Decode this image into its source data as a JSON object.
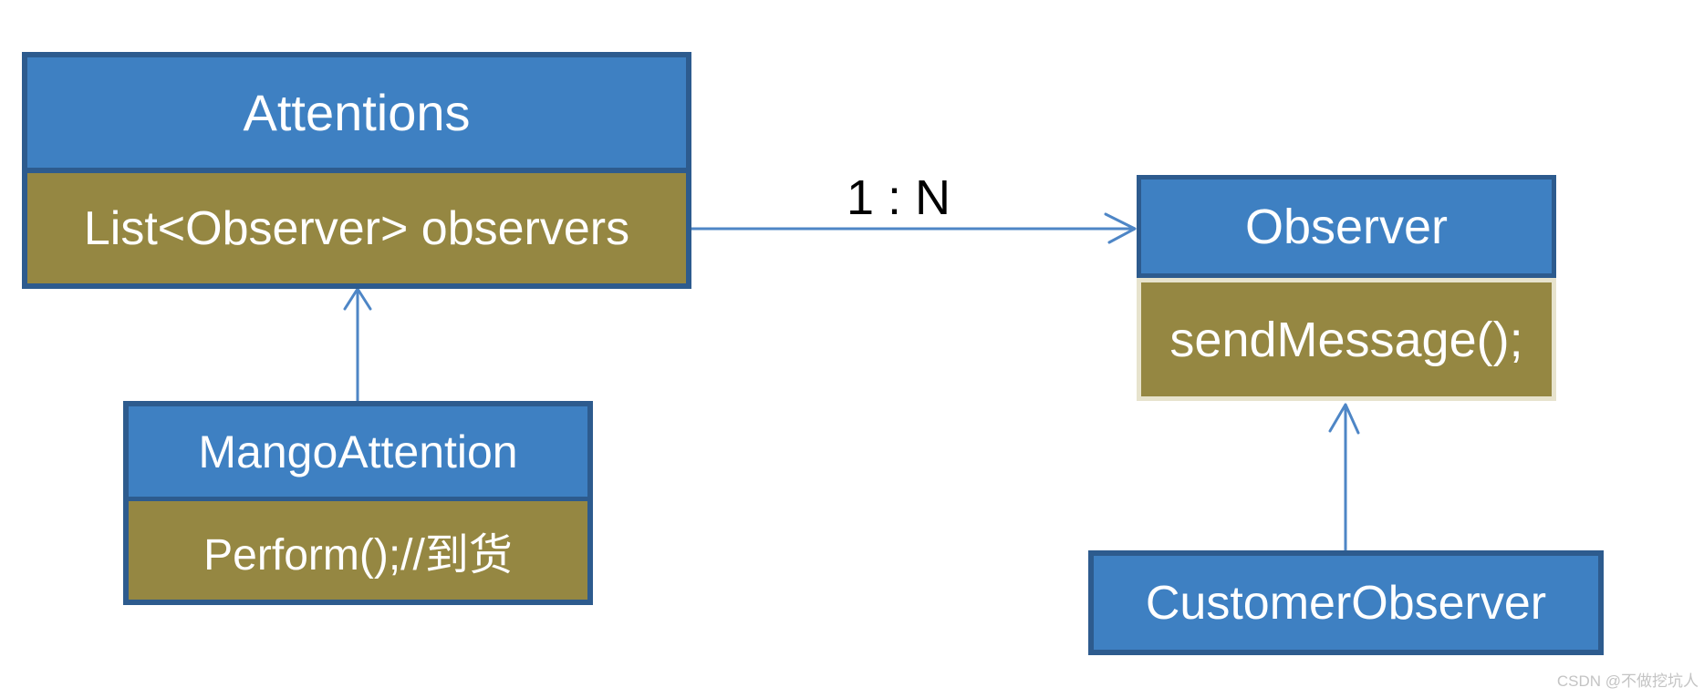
{
  "diagram": {
    "classes": {
      "attentions": {
        "name": "Attentions",
        "attribute": "List<Observer> observers"
      },
      "mango_attention": {
        "name": "MangoAttention",
        "method": "Perform();//到货"
      },
      "observer": {
        "name": "Observer",
        "method": "sendMessage();"
      },
      "customer_observer": {
        "name": "CustomerObserver"
      }
    },
    "relations": {
      "one_to_n_label": "1 : N",
      "edges": [
        {
          "from": "Attentions",
          "to": "Observer",
          "label": "1 : N",
          "type": "association-arrow"
        },
        {
          "from": "MangoAttention",
          "to": "Attentions",
          "label": "",
          "type": "inheritance-arrow"
        },
        {
          "from": "CustomerObserver",
          "to": "Observer.sendMessage",
          "label": "",
          "type": "inheritance-arrow"
        }
      ]
    },
    "watermark": "CSDN @不做挖坑人",
    "colors": {
      "header_fill": "#3e80c2",
      "header_border": "#2d5b8e",
      "body_fill": "#958742",
      "body_border_light": "#e7e3cd",
      "connector": "#4e86c6",
      "relation_label_color": "#000000",
      "watermark_color": "#c4c4c4"
    }
  }
}
